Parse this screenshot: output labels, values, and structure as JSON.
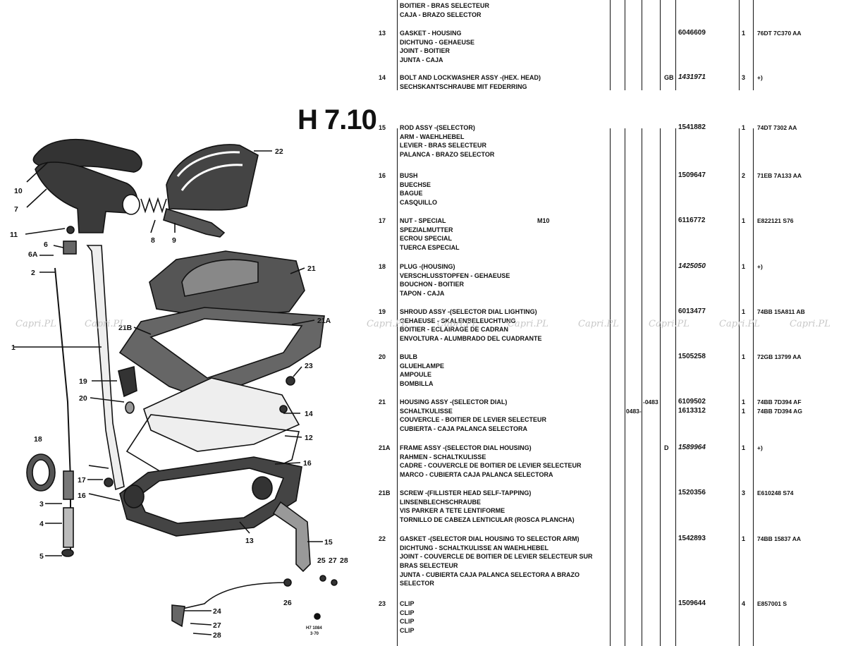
{
  "page": {
    "title": "H 7.10",
    "drawing_code": "H7 1084\n3·70"
  },
  "watermark": "Capri.PL",
  "top_entries": [
    {
      "num": "",
      "desc": [
        "BOITIER - BRAS SELECTEUR",
        "CAJA - BRAZO SELECTOR"
      ],
      "note": "",
      "code": "",
      "part": "",
      "qty": "",
      "ref": ""
    },
    {
      "num": "13",
      "desc": [
        "GASKET - HOUSING",
        "DICHTUNG - GEHAEUSE",
        "JOINT - BOITIER",
        "JUNTA - CAJA"
      ],
      "note": "",
      "code": "",
      "part": "6046609",
      "qty": "1",
      "ref": "76DT 7C370 AA"
    },
    {
      "num": "14",
      "desc": [
        "BOLT AND LOCKWASHER ASSY -(HEX. HEAD)",
        "SECHSKANTSCHRAUBE MIT FEDERRING"
      ],
      "note": "",
      "code": "GB",
      "part": "1431971",
      "part_italic": true,
      "qty": "3",
      "ref": "+)"
    }
  ],
  "main_entries": [
    {
      "num": "15",
      "desc": [
        "ROD ASSY -(SELECTOR)",
        "ARM - WAEHLHEBEL",
        "LEVIER - BRAS SELECTEUR",
        "PALANCA - BRAZO SELECTOR"
      ],
      "note": "",
      "code": "",
      "part": "1541882",
      "qty": "1",
      "ref": "74DT 7302 AA"
    },
    {
      "num": "16",
      "desc": [
        "BUSH",
        "BUECHSE",
        "BAGUE",
        "CASQUILLO"
      ],
      "note": "",
      "code": "",
      "part": "1509647",
      "qty": "2",
      "ref": "71EB 7A133 AA"
    },
    {
      "num": "17",
      "desc": [
        "NUT - SPECIAL",
        "SPEZIALMUTTER",
        "ECROU SPECIAL",
        "TUERCA ESPECIAL"
      ],
      "note": "M10",
      "code": "",
      "part": "6116772",
      "qty": "1",
      "ref": "E822121 S76"
    },
    {
      "num": "18",
      "desc": [
        "PLUG -(HOUSING)",
        "VERSCHLUSSTOPFEN - GEHAEUSE",
        "BOUCHON - BOITIER",
        "TAPON - CAJA"
      ],
      "note": "",
      "code": "",
      "part": "1425050",
      "part_italic": true,
      "qty": "1",
      "ref": "+)"
    },
    {
      "num": "19",
      "desc": [
        "SHROUD ASSY -(SELECTOR DIAL LIGHTING)",
        "GEHAEUSE - SKALENBELEUCHTUNG",
        "BOITIER - ECLAIRAGE DE CADRAN",
        "ENVOLTURA - ALUMBRADO DEL CUADRANTE"
      ],
      "note": "",
      "code": "",
      "part": "6013477",
      "qty": "1",
      "ref": "74BB 15A811 AB"
    },
    {
      "num": "20",
      "desc": [
        "BULB",
        "GLUEHLAMPE",
        "AMPOULE",
        "BOMBILLA"
      ],
      "note": "",
      "code": "",
      "part": "1505258",
      "qty": "1",
      "ref": "72GB 13799 AA"
    },
    {
      "num": "21",
      "desc": [
        "HOUSING ASSY -(SELECTOR DIAL)",
        "SCHALTKULISSE",
        "COUVERCLE - BOITIER DE LEVIER SELECTEUR",
        "CUBIERTA - CAJA PALANCA SELECTORA"
      ],
      "range1": "-0483",
      "range2": "0483-",
      "note": "",
      "code": "",
      "part": "6109502",
      "part2": "1613312",
      "qty": "1",
      "qty2": "1",
      "ref": "74BB 7D394 AF",
      "ref2": "74BB 7D394 AG"
    },
    {
      "num": "21A",
      "desc": [
        "FRAME ASSY -(SELECTOR DIAL HOUSING)",
        "RAHMEN - SCHALTKULISSE",
        "CADRE - COUVERCLE DE BOITIER DE LEVIER SELECTEUR",
        "MARCO - CUBIERTA CAJA PALANCA SELECTORA"
      ],
      "note": "",
      "code": "D",
      "part": "1589964",
      "part_italic": true,
      "qty": "1",
      "ref": "+)"
    },
    {
      "num": "21B",
      "desc": [
        "SCREW -(FILLISTER HEAD SELF-TAPPING)",
        "LINSENBLECHSCHRAUBE",
        "VIS PARKER A TETE LENTIFORME",
        "TORNILLO DE CABEZA LENTICULAR (ROSCA PLANCHA)"
      ],
      "note": "",
      "code": "",
      "part": "1520356",
      "qty": "3",
      "ref": "E610248 S74"
    },
    {
      "num": "22",
      "desc": [
        "GASKET -(SELECTOR DIAL HOUSING TO SELECTOR ARM)",
        "DICHTUNG - SCHALTKULISSE AN WAEHLHEBEL",
        "JOINT - COUVERCLE DE BOITIER DE LEVIER SELECTEUR SUR",
        "BRAS SELECTEUR",
        "JUNTA - CUBIERTA CAJA PALANCA SELECTORA A BRAZO",
        "SELECTOR"
      ],
      "note": "",
      "code": "",
      "part": "1542893",
      "qty": "1",
      "ref": "74BB 15837 AA"
    },
    {
      "num": "23",
      "desc": [
        "CLIP",
        "CLIP",
        "CLIP",
        "CLIP"
      ],
      "note": "",
      "code": "",
      "part": "1509644",
      "qty": "4",
      "ref": "E857001 S"
    }
  ],
  "callouts": [
    "10",
    "7",
    "11",
    "6",
    "6A",
    "2",
    "8",
    "9",
    "22",
    "21",
    "21B",
    "21A",
    "23",
    "19",
    "20",
    "14",
    "12",
    "18",
    "17",
    "16",
    "3",
    "16",
    "4",
    "5",
    "13",
    "15",
    "25",
    "27",
    "28",
    "26",
    "24",
    "27",
    "28",
    "1"
  ]
}
